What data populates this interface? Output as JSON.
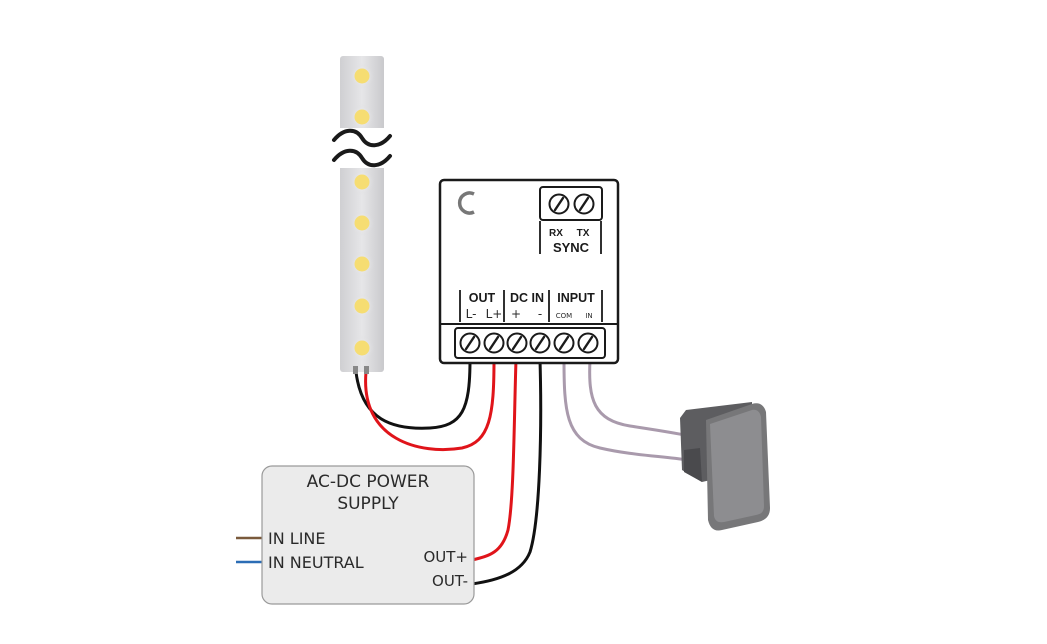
{
  "controller": {
    "logo": "C",
    "sync": {
      "rx": "RX",
      "tx": "TX",
      "label": "SYNC"
    },
    "out": {
      "title": "OUT",
      "minus": "L-",
      "plus": "L+"
    },
    "dcin": {
      "title": "DC IN",
      "plus": "+",
      "minus": "-"
    },
    "input": {
      "title": "INPUT",
      "com": "COM",
      "in": "IN"
    }
  },
  "power_supply": {
    "title_line1": "AC-DC POWER",
    "title_line2": "SUPPLY",
    "in_line": "IN LINE",
    "in_neutral": "IN NEUTRAL",
    "out_plus": "OUT+",
    "out_minus": "OUT-"
  },
  "colors": {
    "wire_red": "#e0141a",
    "wire_black": "#111111",
    "wire_violet": "#a99aac",
    "wire_brown": "#7a5a3c",
    "wire_blue": "#2b6db5",
    "led": "#f6dd72",
    "psu_fill": "#ebebeb"
  },
  "icons": [
    "led-strip",
    "break-symbol",
    "push-switch-icon",
    "screw-terminal-icon"
  ]
}
